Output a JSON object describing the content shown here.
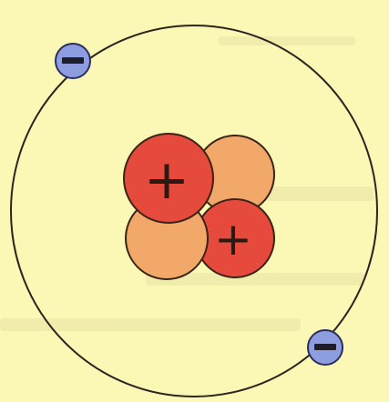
{
  "diagram": {
    "background_color": "#fbf8b6",
    "orbit_color": "#2b2420",
    "nucleus": {
      "proton_color": "#e64a3c",
      "neutron_color": "#f2a868",
      "outline_color": "#3a2418",
      "proton_symbol": "+",
      "particles": [
        {
          "kind": "neutron"
        },
        {
          "kind": "proton"
        },
        {
          "kind": "neutron"
        },
        {
          "kind": "proton"
        }
      ]
    },
    "electrons": {
      "color": "#8e9ce0",
      "outline_color": "#2a2f5e",
      "symbol": "−",
      "count": 2
    }
  }
}
